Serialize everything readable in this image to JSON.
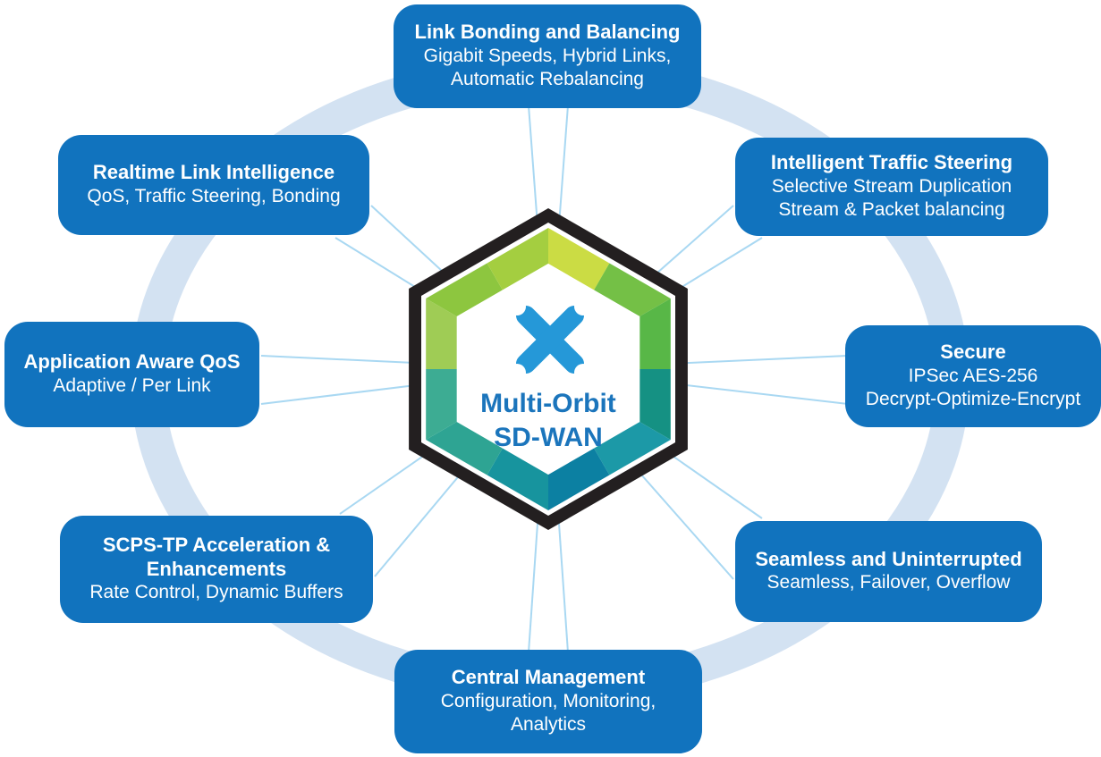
{
  "diagram_title": "Multi-Orbit SD-WAN feature wheel",
  "center": {
    "logo": "x-logo",
    "line1": "Multi-Orbit",
    "line2": "SD-WAN"
  },
  "features": [
    {
      "id": "link-bonding",
      "position": "top",
      "title": "Link Bonding and Balancing",
      "subtitle": "Gigabit Speeds, Hybrid Links, Automatic Rebalancing",
      "subtitle_lines": [
        "Gigabit Speeds, Hybrid Links,",
        "Automatic Rebalancing"
      ]
    },
    {
      "id": "intelligent-traffic-steering",
      "position": "top-right",
      "title": "Intelligent Traffic Steering",
      "subtitle": "Selective Stream Duplication Stream & Packet balancing",
      "subtitle_lines": [
        "Selective Stream Duplication",
        "Stream & Packet balancing"
      ]
    },
    {
      "id": "secure",
      "position": "right",
      "title": "Secure",
      "subtitle": "IPSec AES-256 Decrypt-Optimize-Encrypt",
      "subtitle_lines": [
        "IPSec AES-256",
        "Decrypt-Optimize-Encrypt"
      ]
    },
    {
      "id": "seamless-uninterrupted",
      "position": "bottom-right",
      "title": "Seamless and Uninterrupted",
      "subtitle": "Seamless, Failover, Overflow",
      "subtitle_lines": [
        "Seamless, Failover, Overflow"
      ]
    },
    {
      "id": "central-management",
      "position": "bottom",
      "title": "Central Management",
      "subtitle": "Configuration, Monitoring, Analytics",
      "subtitle_lines": [
        "Configuration, Monitoring,",
        "Analytics"
      ]
    },
    {
      "id": "scps-tp-acceleration",
      "position": "bottom-left",
      "title": "SCPS-TP Acceleration & Enhancements",
      "subtitle": "Rate Control, Dynamic Buffers",
      "subtitle_lines": [
        "Rate Control, Dynamic Buffers"
      ]
    },
    {
      "id": "application-aware-qos",
      "position": "left",
      "title": "Application Aware QoS",
      "subtitle": "Adaptive / Per Link",
      "subtitle_lines": [
        "Adaptive / Per Link"
      ]
    },
    {
      "id": "realtime-link-intelligence",
      "position": "top-left",
      "title": "Realtime Link Intelligence",
      "subtitle": "QoS, Traffic Steering, Bonding",
      "subtitle_lines": [
        "QoS, Traffic Steering, Bonding"
      ]
    }
  ],
  "colors": {
    "box_blue": "#1173BE",
    "orbit_ring_blue": "#D3E2F2",
    "spoke_blue": "#A9D8F2",
    "logo_x_blue": "#2598D8",
    "center_text_blue": "#1B75BC",
    "hexagon_border_black": "#231F20",
    "hexagon_facets": [
      "#CBDC44",
      "#74C046",
      "#58B747",
      "#159183",
      "#1C99A7",
      "#0C80A2",
      "#17949E",
      "#2EA493",
      "#3DAC93",
      "#9FCC55",
      "#8DC63F",
      "#A4CE40"
    ]
  }
}
